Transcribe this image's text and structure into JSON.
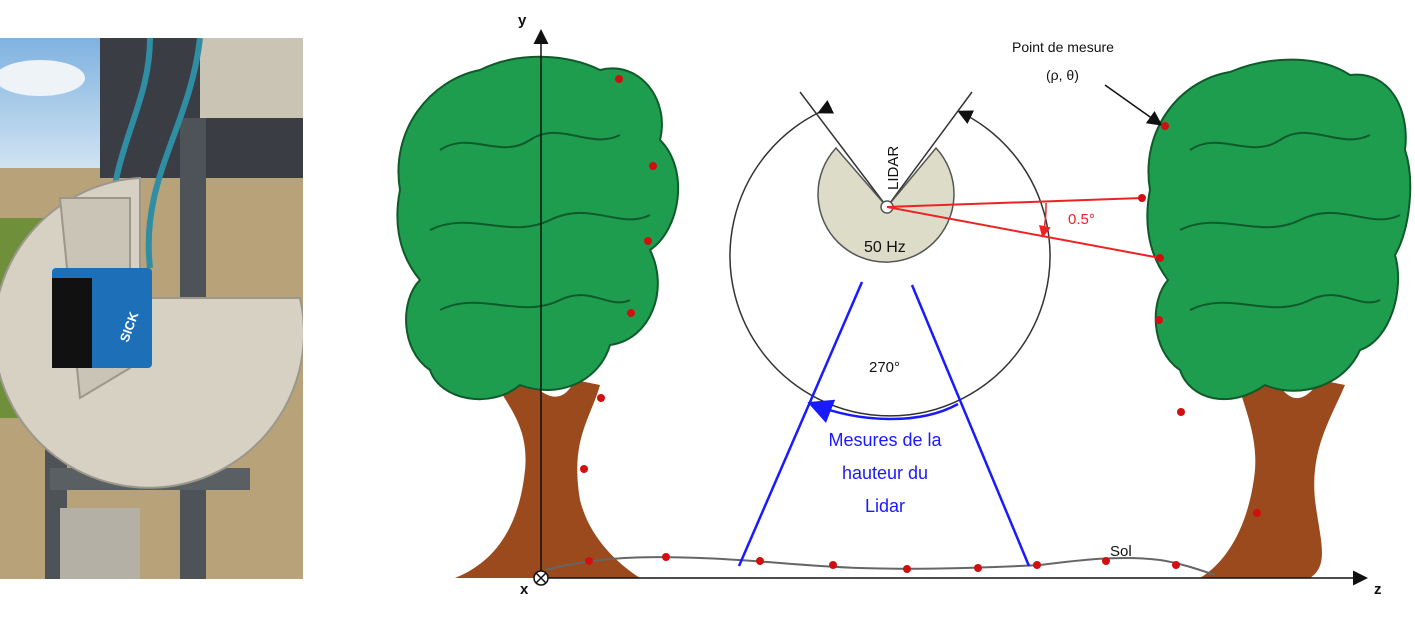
{
  "photo": {
    "brand_text": "SICK"
  },
  "diagram": {
    "axis_y": "y",
    "axis_x": "x",
    "axis_z": "z",
    "measurement_point_line1": "Point de mesure",
    "measurement_point_line2": "(ρ, θ)",
    "lidar_label": "LIDAR",
    "frequency": "50 Hz",
    "field_of_view": "270°",
    "angular_resolution": "0.5°",
    "height_caption_line1": "Mesures de la",
    "height_caption_line2": "hauteur du",
    "height_caption_line3": "Lidar",
    "ground_label": "Sol"
  },
  "colors": {
    "foliage": "#1f9d4f",
    "foliage_dark": "#0f5a2b",
    "trunk": "#9a4a1c",
    "lidar_body": "#dcdcc8",
    "laser": "#ee2222",
    "blue_annotation": "#1a1aff",
    "point": "#d01010",
    "sky": "#9cc4e8"
  }
}
